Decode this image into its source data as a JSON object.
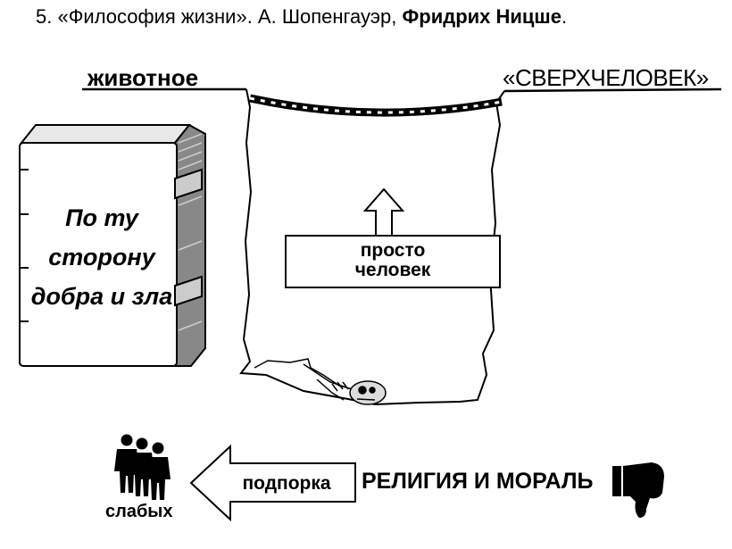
{
  "title": {
    "prefix": "5. «Философия жизни». А. Шопенгауэр, ",
    "bold": "Фридрих Ницше",
    "suffix": "."
  },
  "labels": {
    "animal": "животное",
    "superman": "«СВЕРХЧЕЛОВЕК»",
    "just_man_line1": "просто",
    "just_man_line2": "человек",
    "prop": "подпорка",
    "religion": "РЕЛИГИЯ И МОРАЛЬ",
    "weak": "слабых"
  },
  "book": {
    "line1": "По ту",
    "line2": "сторону",
    "line3": "добра и зла"
  },
  "icons": {
    "rope": "rope-icon",
    "skeleton": "skeleton-icon",
    "people": "people-group-icon",
    "thumb": "thumbs-down-icon"
  }
}
